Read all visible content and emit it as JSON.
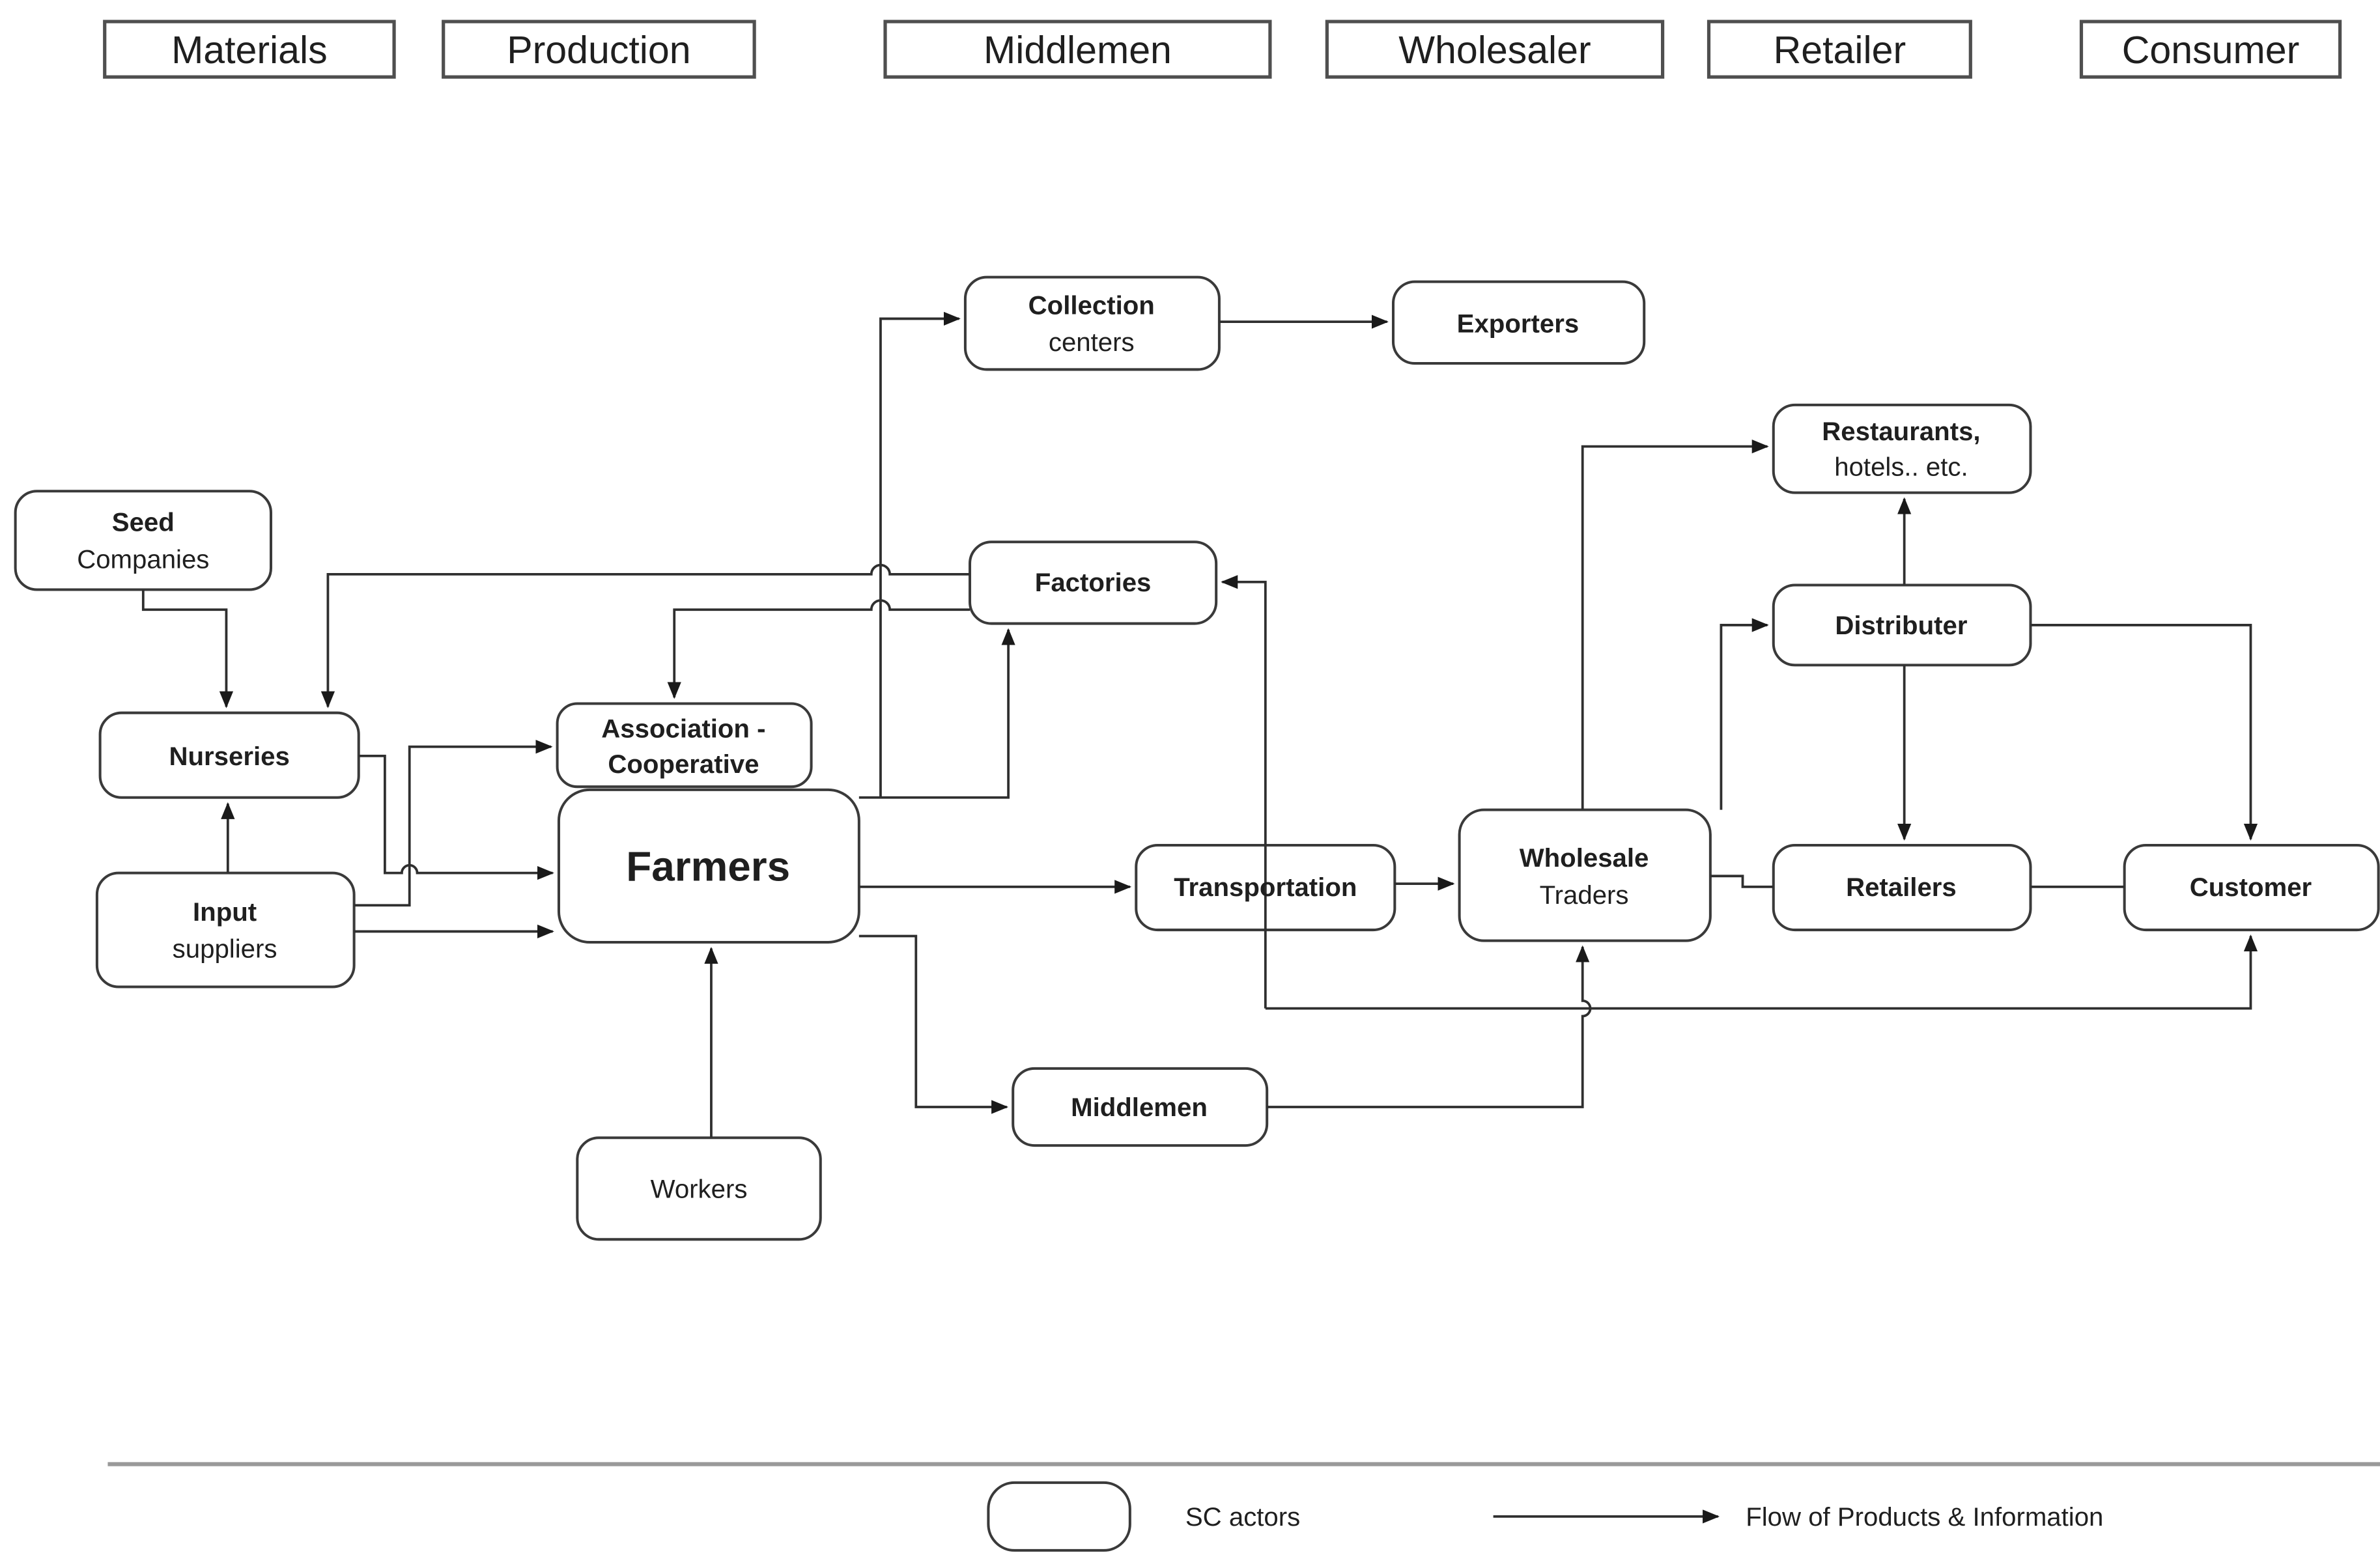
{
  "headers": [
    {
      "label": "Materials"
    },
    {
      "label": "Production"
    },
    {
      "label": "Middlemen"
    },
    {
      "label": "Wholesaler"
    },
    {
      "label": "Retailer"
    },
    {
      "label": "Consumer"
    }
  ],
  "nodes": {
    "seed": {
      "line1": "Seed",
      "line2": "Companies"
    },
    "nurseries": {
      "line1": "Nurseries"
    },
    "input": {
      "line1": "Input",
      "line2": "suppliers"
    },
    "association": {
      "line1": "Association -",
      "line2": "Cooperative"
    },
    "farmers": {
      "line1": "Farmers"
    },
    "workers": {
      "line1": "Workers"
    },
    "collection": {
      "line1": "Collection",
      "line2": "centers"
    },
    "exporters": {
      "line1": "Exporters"
    },
    "factories": {
      "line1": "Factories"
    },
    "transportation": {
      "line1": "Transportation"
    },
    "middlemen": {
      "line1": "Middlemen"
    },
    "wholesale": {
      "line1": "Wholesale",
      "line2": "Traders"
    },
    "restaurants": {
      "line1": "Restaurants,",
      "line2": "hotels.. etc."
    },
    "distributer": {
      "line1": "Distributer"
    },
    "retailers": {
      "line1": "Retailers"
    },
    "customer": {
      "line1": "Customer"
    }
  },
  "flows": [
    {
      "from": "Seed Companies",
      "to": "Nurseries"
    },
    {
      "from": "Factories",
      "to": "Nurseries"
    },
    {
      "from": "Input suppliers",
      "to": "Nurseries"
    },
    {
      "from": "Nurseries",
      "to": "Farmers"
    },
    {
      "from": "Input suppliers",
      "to": "Association - Cooperative"
    },
    {
      "from": "Input suppliers",
      "to": "Farmers"
    },
    {
      "from": "Workers",
      "to": "Farmers"
    },
    {
      "from": "Factories",
      "to": "Association - Cooperative"
    },
    {
      "from": "Farmers",
      "to": "Factories"
    },
    {
      "from": "Farmers",
      "to": "Collection centers"
    },
    {
      "from": "Collection centers",
      "to": "Exporters"
    },
    {
      "from": "Farmers",
      "to": "Transportation"
    },
    {
      "from": "Farmers",
      "to": "Middlemen"
    },
    {
      "from": "Transportation",
      "to": "Wholesale Traders"
    },
    {
      "from": "Middlemen",
      "to": "Wholesale Traders"
    },
    {
      "from": "Wholesale Traders",
      "to": "Restaurants, hotels.. etc."
    },
    {
      "from": "Wholesale Traders",
      "to": "Distributer"
    },
    {
      "from": "Wholesale Traders",
      "to": "Retailers"
    },
    {
      "from": "Distributer",
      "to": "Restaurants, hotels.. etc."
    },
    {
      "from": "Distributer",
      "to": "Retailers"
    },
    {
      "from": "Distributer",
      "to": "Customer"
    },
    {
      "from": "Retailers",
      "to": "Customer"
    },
    {
      "from": "Transportation",
      "to": "Factories"
    },
    {
      "from": "Transportation",
      "to": "Customer"
    }
  ],
  "legend": {
    "actors_label": "SC actors",
    "flow_label": "Flow of Products & Information"
  },
  "colors": {
    "line": "#2f2f2f",
    "box_stroke": "#3a3a3a",
    "text": "#1f1f1f",
    "separator": "#999999"
  }
}
